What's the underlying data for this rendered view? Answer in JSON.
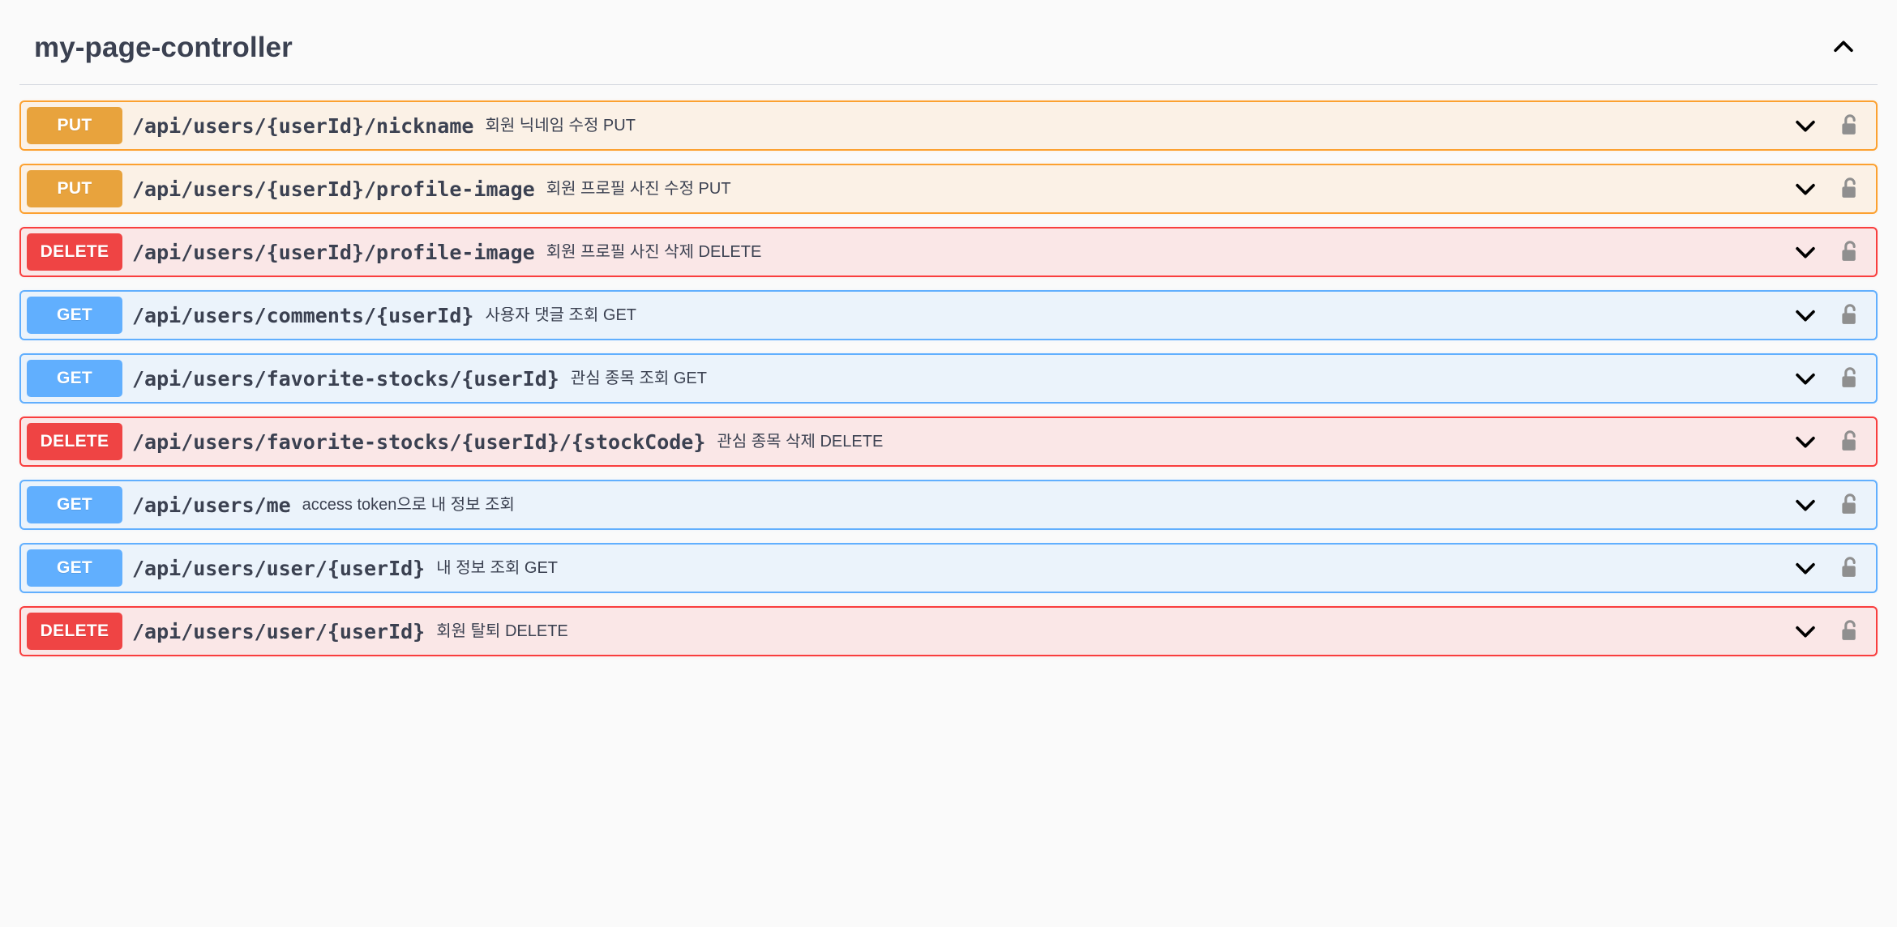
{
  "tag": {
    "name": "my-page-controller",
    "collapse_icon": "chevron-up-icon",
    "expanded": true
  },
  "icons": {
    "expand": "chevron-down-icon",
    "auth": "unlocked-padlock-icon"
  },
  "colors": {
    "get": "#61affe",
    "put": "#e8a33d",
    "delete": "#ef4444",
    "get_bg": "#ebf3fb",
    "put_bg": "#fbf1e6",
    "delete_bg": "#fae7e7",
    "text": "#3b4151",
    "page_bg": "#fafafa"
  },
  "operations": [
    {
      "method": "PUT",
      "method_class": "put",
      "path": "/api/users/{userId}/nickname",
      "summary": "회원 닉네임 수정 PUT"
    },
    {
      "method": "PUT",
      "method_class": "put",
      "path": "/api/users/{userId}/profile-image",
      "summary": "회원 프로필 사진 수정 PUT"
    },
    {
      "method": "DELETE",
      "method_class": "delete",
      "path": "/api/users/{userId}/profile-image",
      "summary": "회원 프로필 사진 삭제 DELETE"
    },
    {
      "method": "GET",
      "method_class": "get",
      "path": "/api/users/comments/{userId}",
      "summary": "사용자 댓글 조회 GET"
    },
    {
      "method": "GET",
      "method_class": "get",
      "path": "/api/users/favorite-stocks/{userId}",
      "summary": "관심 종목 조회 GET"
    },
    {
      "method": "DELETE",
      "method_class": "delete",
      "path": "/api/users/favorite-stocks/{userId}/{stockCode}",
      "summary": "관심 종목 삭제 DELETE"
    },
    {
      "method": "GET",
      "method_class": "get",
      "path": "/api/users/me",
      "summary": "access token으로 내 정보 조회"
    },
    {
      "method": "GET",
      "method_class": "get",
      "path": "/api/users/user/{userId}",
      "summary": "내 정보 조회 GET"
    },
    {
      "method": "DELETE",
      "method_class": "delete",
      "path": "/api/users/user/{userId}",
      "summary": "회원 탈퇴 DELETE"
    }
  ]
}
